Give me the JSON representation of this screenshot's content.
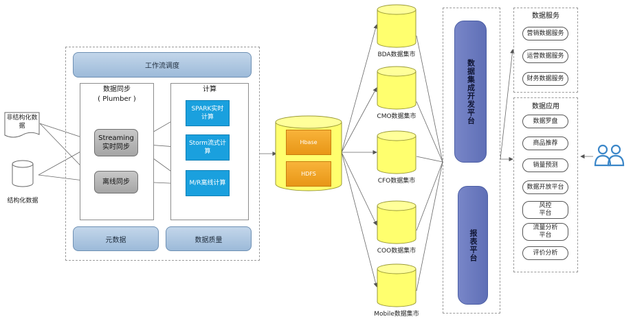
{
  "sources": {
    "unstructured": "非结构化数据",
    "structured": "结构化数据"
  },
  "platform": {
    "workflow": "工作流调度",
    "sync_title": "数据同步",
    "sync_subtitle": "( Plumber )",
    "streaming_line1": "Streaming",
    "streaming_line2": "实时同步",
    "offline": "离线同步",
    "compute_title": "计算",
    "spark_line1": "SPARK实时",
    "spark_line2": "计算",
    "storm_line1": "Storm流式计",
    "storm_line2": "算",
    "mr": "M/R离线计算",
    "metadata": "元数据",
    "quality": "数据质量"
  },
  "storage": {
    "hbase": "Hbase",
    "hdfs": "HDFS"
  },
  "marts": [
    "BDA数据集市",
    "CMO数据集市",
    "CFO数据集市",
    "COO数据集市",
    "Mobile数据集市"
  ],
  "integration": {
    "dev_platform": "数据集成开发平台",
    "report_platform": "报表平台"
  },
  "services": {
    "title": "数据服务",
    "items": [
      "营销数据服务",
      "运营数据服务",
      "财务数据服务"
    ]
  },
  "applications": {
    "title": "数据应用",
    "items": [
      {
        "line1": "数据罗盘",
        "line2": ""
      },
      {
        "line1": "商品推荐",
        "line2": ""
      },
      {
        "line1": "销量预测",
        "line2": ""
      },
      {
        "line1": "数据开放平台",
        "line2": ""
      },
      {
        "line1": "风控",
        "line2": "平台"
      },
      {
        "line1": "流量分析",
        "line2": "平台"
      },
      {
        "line1": "评价分析",
        "line2": ""
      }
    ]
  },
  "colors": {
    "blue_bar": "#9cbad9",
    "compute_box": "#1aa0de",
    "cylinder_fill": "#ffff6e",
    "storage_box": "#f0a226",
    "platform_bar": "#6b7abf",
    "users_icon": "#3a86c8"
  },
  "icons": {
    "document": "document-icon",
    "database": "database-icon",
    "users": "users-icon"
  }
}
